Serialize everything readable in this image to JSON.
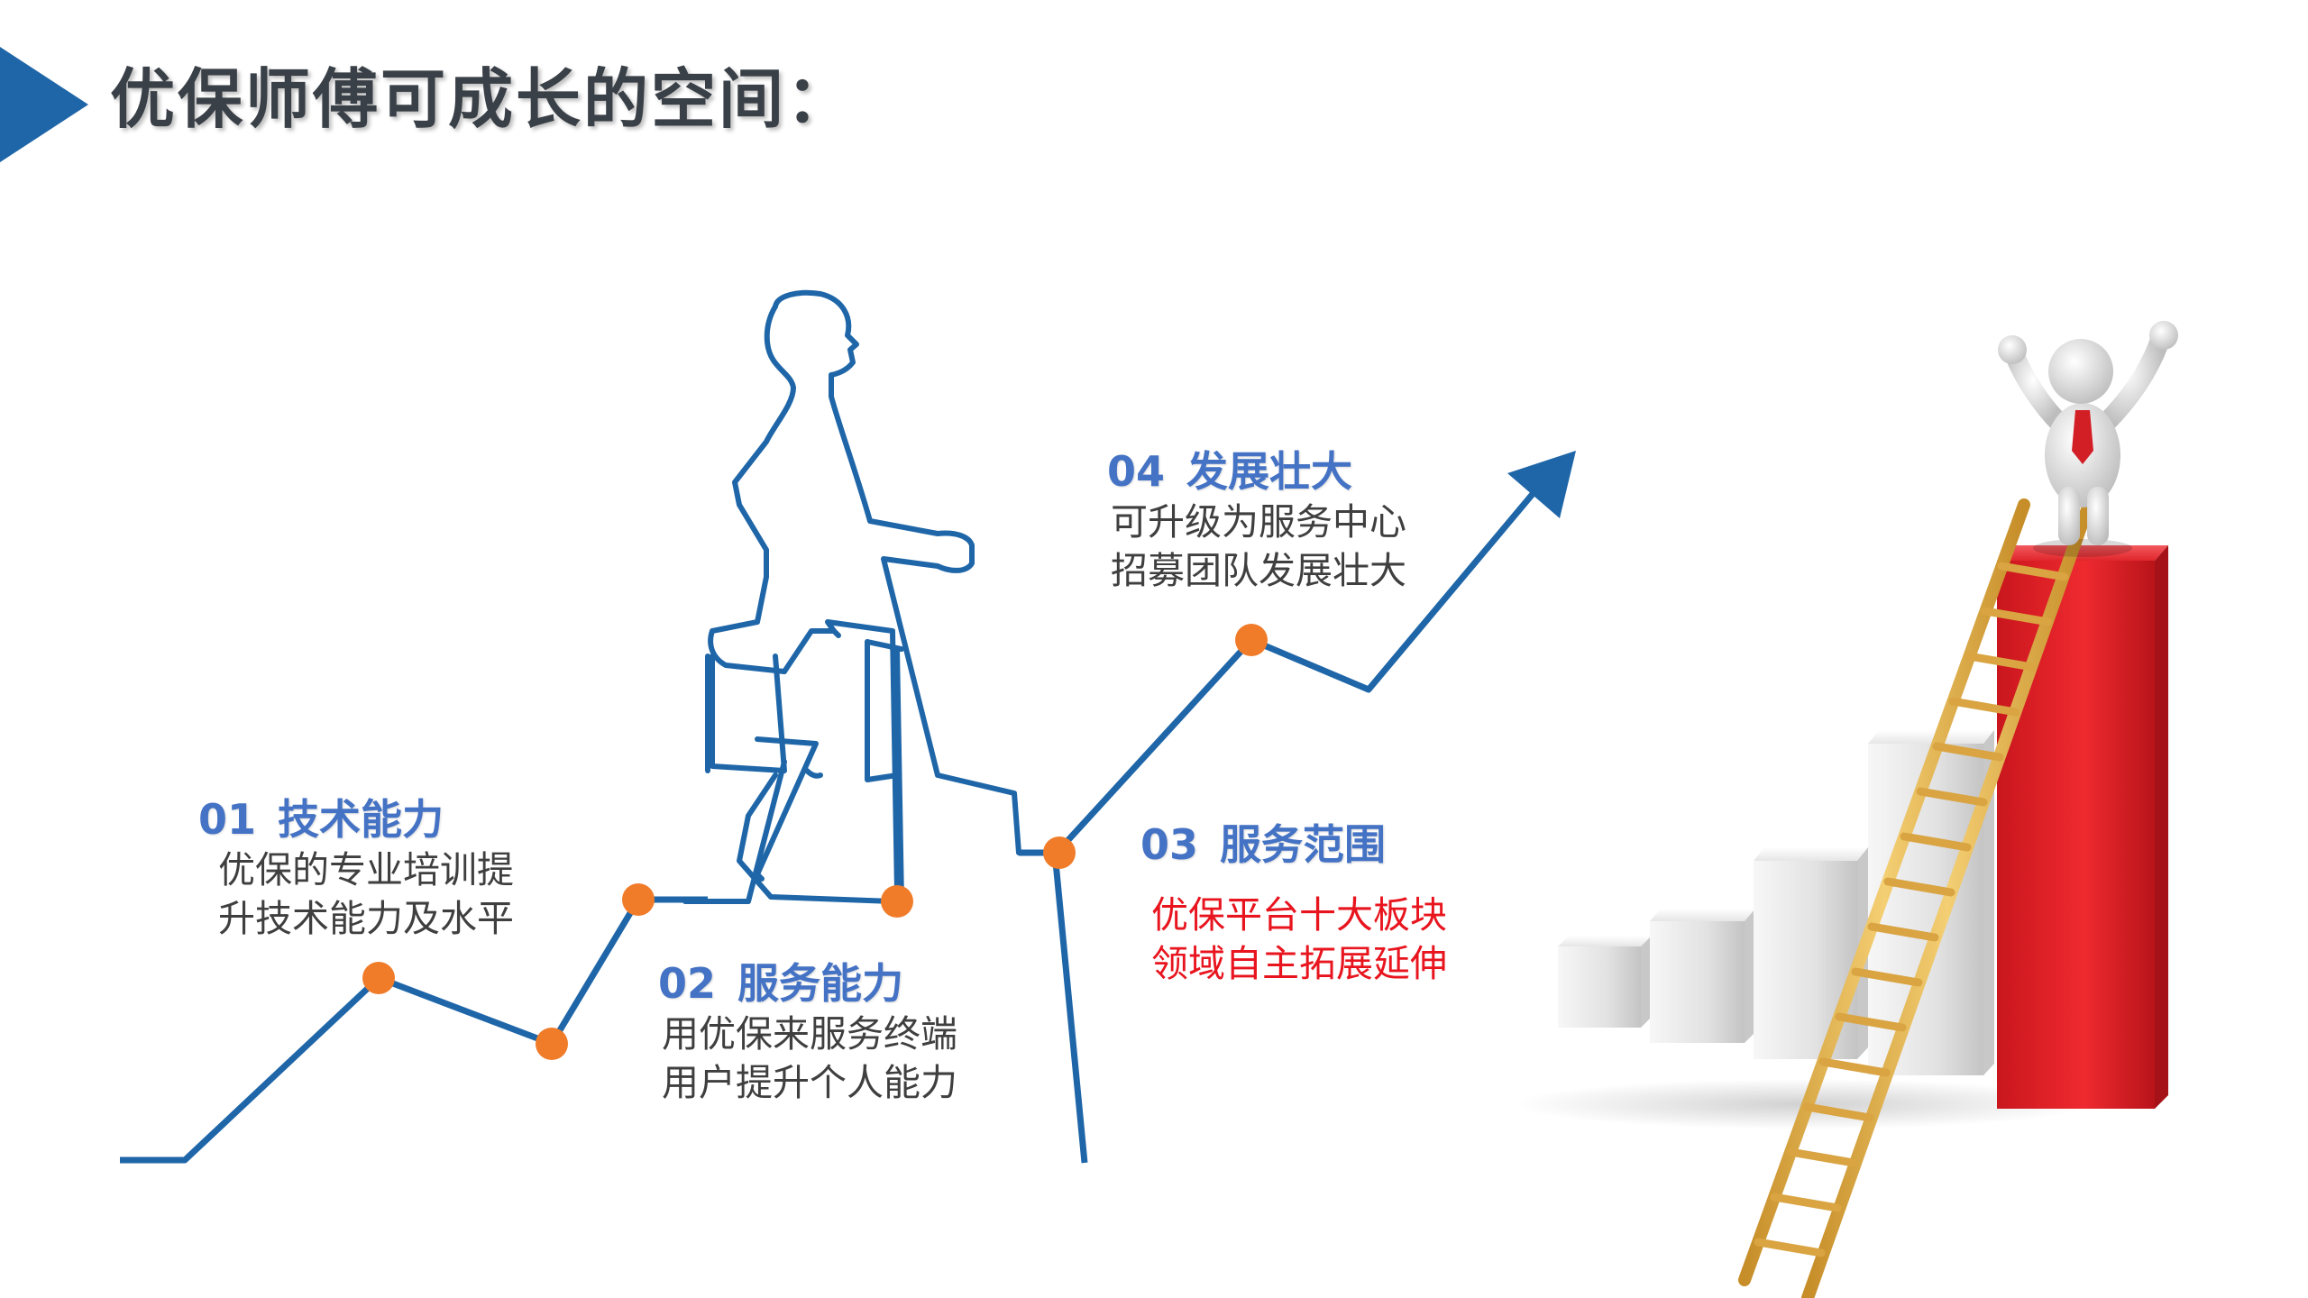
{
  "page": {
    "title": "优保师傅可成长的空间："
  },
  "colors": {
    "accent_blue": "#1f66a8",
    "heading_blue": "#4472c4",
    "node_orange": "#f07c2a",
    "highlight_red": "#e8141e",
    "body_text": "#3f3f3f"
  },
  "steps": [
    {
      "number": "01",
      "title": "技术能力",
      "lines": [
        "优保的专业培训提",
        "升技术能力及水平"
      ],
      "highlight": false
    },
    {
      "number": "02",
      "title": "服务能力",
      "lines": [
        "用优保来服务终端",
        "用户提升个人能力"
      ],
      "highlight": false
    },
    {
      "number": "03",
      "title": "服务范围",
      "lines": [
        "优保平台十大板块",
        "领域自主拓展延伸"
      ],
      "highlight": true
    },
    {
      "number": "04",
      "title": "发展壮大",
      "lines": [
        "可升级为服务中心",
        "招募团队发展壮大"
      ],
      "highlight": false
    }
  ],
  "illustrations": {
    "walking_figure": "person-climbing-outline",
    "growth_arrow": "growth-line-arrow",
    "ladder_scene": "bar-chart-ladder-figure"
  }
}
